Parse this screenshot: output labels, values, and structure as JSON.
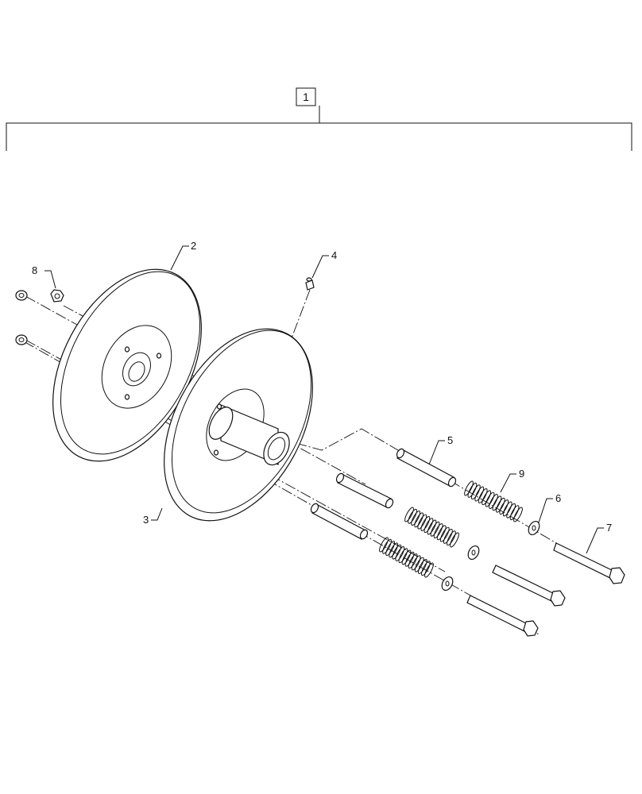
{
  "diagram": {
    "assembly_callout": "1",
    "callouts": {
      "c2": "2",
      "c3": "3",
      "c4": "4",
      "c5": "5",
      "c6": "6",
      "c7": "7",
      "c8": "8",
      "c9": "9"
    }
  }
}
